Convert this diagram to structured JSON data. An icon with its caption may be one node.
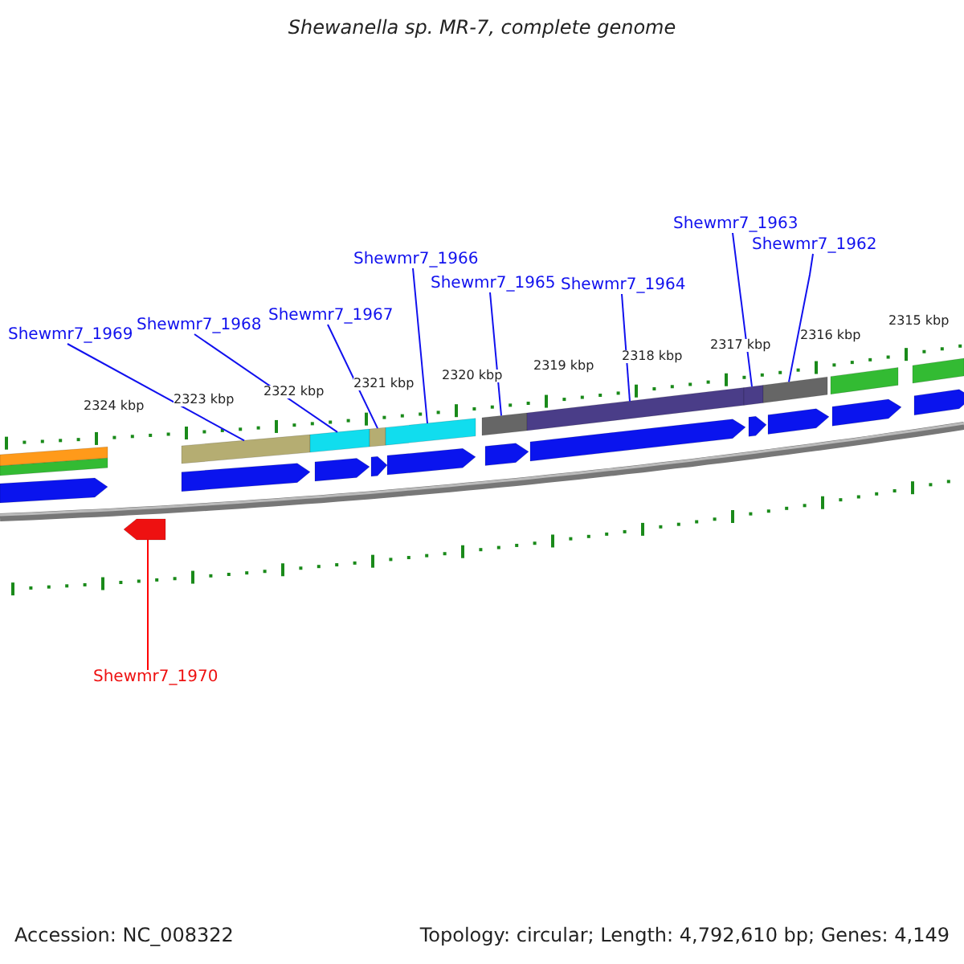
{
  "diagram": {
    "title": "Shewanella sp. MR-7, complete genome",
    "nodes": [
      {
        "text": [
          "Shewmr7_1969"
        ]
      },
      {
        "text": [
          "Shewmr7_1968"
        ]
      },
      {
        "text": [
          "Shewmr7_1967"
        ]
      },
      {
        "text": [
          "Shewmr7_1966"
        ]
      },
      {
        "text": [
          "Shewmr7_1965"
        ]
      },
      {
        "text": [
          "Shewmr7_1964"
        ]
      },
      {
        "text": [
          "Shewmr7_1963"
        ]
      },
      {
        "text": [
          "Shewmr7_1962"
        ]
      },
      {
        "text": [
          "Shewmr7_1970"
        ]
      },
      {
        "text": [],
        "shape": "bar"
      },
      {
        "text": [],
        "shape": "bar"
      },
      {
        "text": [],
        "shape": "bar"
      },
      {
        "text": [],
        "shape": "bar"
      },
      {
        "text": [],
        "shape": "bar"
      },
      {
        "text": [],
        "shape": "bar"
      },
      {
        "text": [],
        "shape": "bar"
      },
      {
        "text": [],
        "shape": "bar"
      },
      {
        "text": [],
        "shape": "arrow"
      },
      {
        "text": [],
        "shape": "bar"
      },
      {
        "text": [],
        "shape": "bar"
      },
      {
        "text": [],
        "shape": "bar"
      },
      {
        "text": [],
        "shape": "bar"
      },
      {
        "text": [],
        "shape": "arrow"
      },
      {
        "text": [],
        "shape": "arrow"
      },
      {
        "text": [],
        "shape": "arrow"
      },
      {
        "text": [],
        "shape": "arrow"
      },
      {
        "text": [],
        "shape": "arrow"
      },
      {
        "text": [],
        "shape": "arrow"
      },
      {
        "text": [],
        "shape": "arrow"
      },
      {
        "text": [],
        "shape": "arrow"
      },
      {
        "text": [],
        "shape": "arrow"
      },
      {
        "text": [],
        "shape": "arrow"
      },
      {
        "text": [],
        "shape": "arrow"
      }
    ],
    "edges": [
      {
        "from": 0,
        "to": 9,
        "arrow": "none"
      },
      {
        "from": 1,
        "to": 10,
        "arrow": "none"
      },
      {
        "from": 2,
        "to": 11,
        "arrow": "none"
      },
      {
        "from": 3,
        "to": 12,
        "arrow": "none"
      },
      {
        "from": 4,
        "to": 13,
        "arrow": "none"
      },
      {
        "from": 5,
        "to": 14,
        "arrow": "none"
      },
      {
        "from": 6,
        "to": 15,
        "arrow": "none"
      },
      {
        "from": 7,
        "to": 16,
        "arrow": "none"
      },
      {
        "from": 8,
        "to": 17,
        "arrow": "none",
        "color": "#ff0000"
      }
    ],
    "labels": [
      "2324 kbp",
      "2323 kbp",
      "2322 kbp",
      "2321 kbp",
      "2320 kbp",
      "2319 kbp",
      "2318 kbp",
      "2317 kbp",
      "2316 kbp",
      "2315 kbp",
      "Accession: NC_008322",
      "Topology: circular; Length: 4,792,610 bp; Genes: 4,149"
    ]
  }
}
